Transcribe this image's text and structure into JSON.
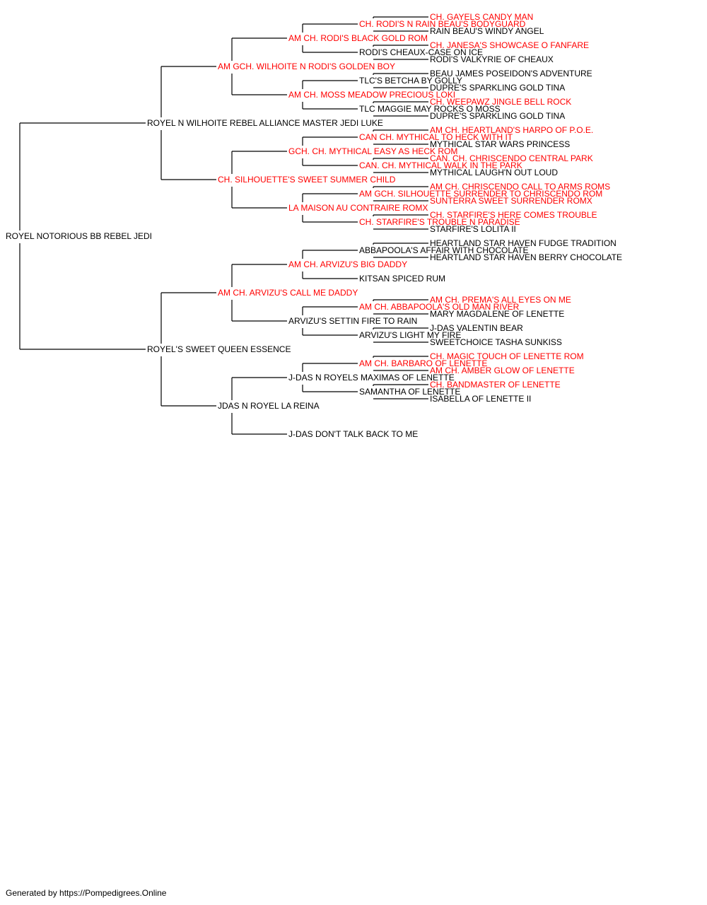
{
  "colors": {
    "champion": "#ff0000",
    "normal": "#000000",
    "line": "#000000"
  },
  "pedigree": {
    "subject": "ROYEL NOTORIOUS BB REBEL JEDI",
    "sire": {
      "name": "ROYEL N WILHOITE REBEL ALLIANCE MASTER JEDI LUKE",
      "sire": {
        "name": "AM GCH. WILHOITE N RODI'S GOLDEN BOY",
        "champion": true,
        "sire": {
          "name": "AM CH. RODI'S BLACK GOLD ROM",
          "champion": true,
          "sire": {
            "name": "CH. RODI'S N RAIN BEAU'S BODYGUARD",
            "champion": true,
            "sire": {
              "name": "CH. GAYELS CANDY MAN",
              "champion": true
            },
            "dam": {
              "name": "RAIN BEAU'S WINDY ANGEL"
            }
          },
          "dam": {
            "name": "RODI'S CHEAUX-CASE ON ICE",
            "sire": {
              "name": "CH. JANESA'S SHOWCASE O FANFARE",
              "champion": true
            },
            "dam": {
              "name": "RODI'S VALKYRIE OF CHEAUX"
            }
          }
        },
        "dam": {
          "name": "AM CH. MOSS MEADOW PRECIOUS LOKI",
          "champion": true,
          "sire": {
            "name": "TLC'S BETCHA BY GOLLY",
            "sire": {
              "name": "BEAU JAMES POSEIDON'S ADVENTURE"
            },
            "dam": {
              "name": "DUPRE'S SPARKLING GOLD TINA"
            }
          },
          "dam": {
            "name": "TLC MAGGIE MAY ROCKS O MOSS",
            "sire": {
              "name": "CH. WEEPAWZ JINGLE BELL ROCK",
              "champion": true
            },
            "dam": {
              "name": "DUPRE'S SPARKLING GOLD TINA"
            }
          }
        }
      },
      "dam": {
        "name": "CH. SILHOUETTE'S SWEET SUMMER CHILD",
        "champion": true,
        "sire": {
          "name": "GCH. CH. MYTHICAL EASY AS HECK ROM",
          "champion": true,
          "sire": {
            "name": "CAN CH. MYTHICAL TO HECK WITH IT",
            "champion": true,
            "sire": {
              "name": "AM CH. HEARTLAND'S HARPO OF P.O.E.",
              "champion": true
            },
            "dam": {
              "name": "MYTHICAL STAR WARS PRINCESS"
            }
          },
          "dam": {
            "name": "CAN. CH. MYTHICAL WALK IN THE PARK",
            "champion": true,
            "sire": {
              "name": "CAN. CH. CHRISCENDO CENTRAL PARK",
              "champion": true
            },
            "dam": {
              "name": "MYTHICAL LAUGH'N OUT LOUD"
            }
          }
        },
        "dam": {
          "name": "LA MAISON AU CONTRAIRE ROMX",
          "champion": true,
          "sire": {
            "name": "AM GCH. SILHOUETTE SURRENDER TO CHRISCENDO ROM",
            "champion": true,
            "sire": {
              "name": "AM CH. CHRISCENDO CALL TO ARMS ROMS",
              "champion": true
            },
            "dam": {
              "name": "SUNTERRA SWEET SURRENDER ROMX",
              "champion": true
            }
          },
          "dam": {
            "name": "CH. STARFIRE'S TROUBLE N PARADISE",
            "champion": true,
            "sire": {
              "name": "CH. STARFIRE'S HERE COMES TROUBLE",
              "champion": true
            },
            "dam": {
              "name": "STARFIRE'S LOLITA II"
            }
          }
        }
      }
    },
    "dam": {
      "name": "ROYEL'S SWEET QUEEN ESSENCE",
      "sire": {
        "name": "AM CH. ARVIZU'S CALL ME DADDY",
        "champion": true,
        "sire": {
          "name": "AM CH. ARVIZU'S BIG DADDY",
          "champion": true,
          "sire": {
            "name": "ABBAPOOLA'S AFFAIR WITH CHOCOLATE",
            "sire": {
              "name": "HEARTLAND STAR HAVEN FUDGE TRADITION"
            },
            "dam": {
              "name": "HEARTLAND STAR HAVEN BERRY CHOCOLATE"
            }
          },
          "dam": {
            "name": "KITSAN SPICED RUM"
          }
        },
        "dam": {
          "name": "ARVIZU'S SETTIN FIRE TO RAIN",
          "sire": {
            "name": "AM CH. ABBAPOOLA'S OLD MAN RIVER",
            "champion": true,
            "sire": {
              "name": "AM CH. PREMA'S ALL EYES ON ME",
              "champion": true
            },
            "dam": {
              "name": "MARY MAGDALENE OF LENETTE"
            }
          },
          "dam": {
            "name": "ARVIZU'S LIGHT MY FIRE",
            "sire": {
              "name": "J-DAS VALENTIN BEAR"
            },
            "dam": {
              "name": "SWEETCHOICE TASHA SUNKISS"
            }
          }
        }
      },
      "dam": {
        "name": "JDAS N ROYEL LA REINA",
        "sire": {
          "name": "J-DAS N ROYELS MAXIMAS OF LENETTE",
          "sire": {
            "name": "AM CH. BARBARO OF LENETTE",
            "champion": true,
            "sire": {
              "name": "CH. MAGIC TOUCH OF LENETTE ROM",
              "champion": true
            },
            "dam": {
              "name": "AM CH. AMBER GLOW OF LENETTE",
              "champion": true
            }
          },
          "dam": {
            "name": "SAMANTHA OF LENETTE",
            "sire": {
              "name": "CH. BANDMASTER OF LENETTE",
              "champion": true
            },
            "dam": {
              "name": "ISABELLA OF LENETTE II"
            }
          }
        },
        "dam": {
          "name": "J-DAS DON'T TALK BACK TO ME"
        }
      }
    }
  },
  "footer": "Generated by https://Pompedigrees.Online"
}
